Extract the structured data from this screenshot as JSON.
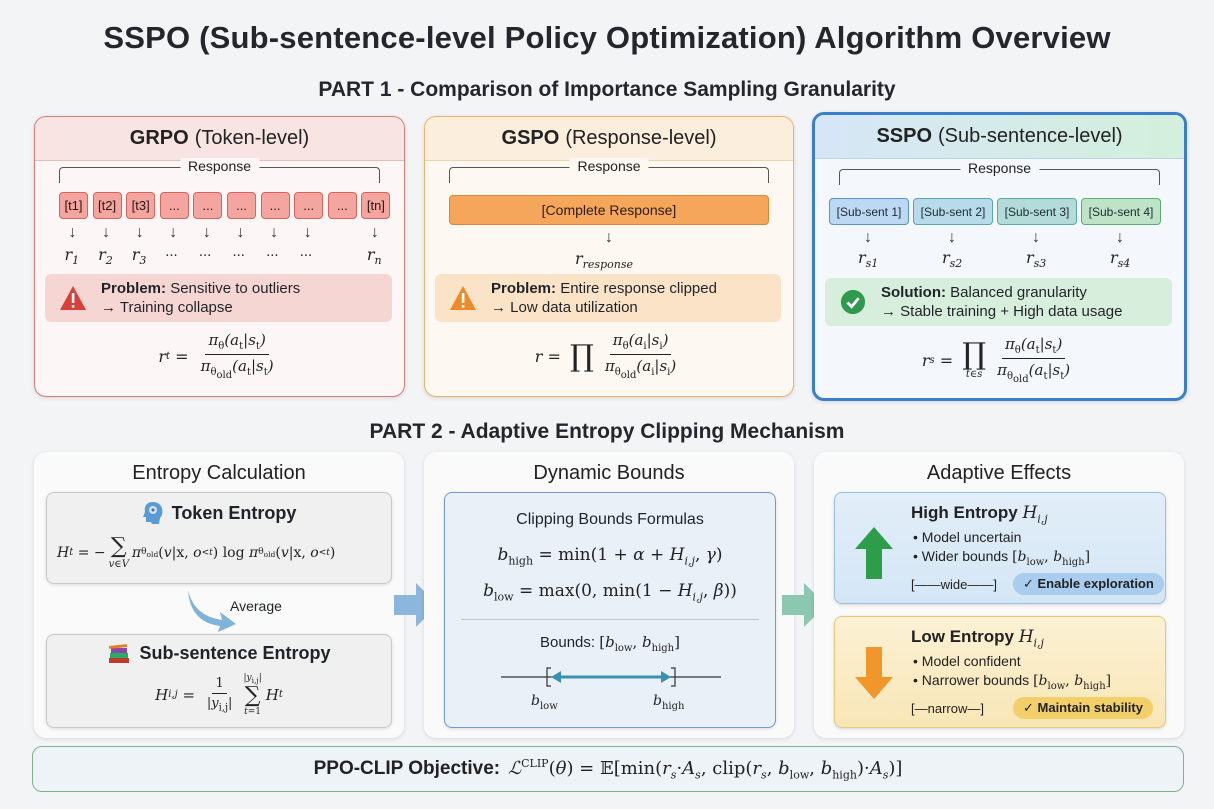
{
  "title": "SSPO (Sub-sentence-level Policy Optimization) Algorithm Overview",
  "part1": {
    "title": "PART 1 - Comparison of Importance Sampling Granularity",
    "grpo": {
      "name": "GRPO",
      "level": "(Token-level)",
      "response_label": "Response",
      "tokens": [
        "[t1]",
        "[t2]",
        "[t3]",
        "...",
        "...",
        "...",
        "...",
        "...",
        "...",
        "[tn]"
      ],
      "rewards": [
        "r1",
        "r2",
        "r3",
        "...",
        "...",
        "...",
        "...",
        "...",
        "rn"
      ],
      "problem_label": "Problem:",
      "problem_text": "Sensitive to outliers",
      "problem_consequence": "→ Training collapse",
      "formula": "r_t = π_θ(a_t|s_t) / π_θ_old(a_t|s_t)"
    },
    "gspo": {
      "name": "GSPO",
      "level": "(Response-level)",
      "response_label": "Response",
      "block": "[Complete Response]",
      "reward": "r_response",
      "problem_label": "Problem:",
      "problem_text": "Entire response clipped",
      "problem_consequence": "→ Low data utilization",
      "formula": "r = ∏ π_θ(a_i|s_i) / π_θ_old(a_i|s_i)"
    },
    "sspo": {
      "name": "SSPO",
      "level": "(Sub-sentence-level)",
      "response_label": "Response",
      "blocks": [
        "[Sub-sent 1]",
        "[Sub-sent 2]",
        "[Sub-sent 3]",
        "[Sub-sent 4]"
      ],
      "rewards": [
        "rs1",
        "rs2",
        "rs3",
        "rs4"
      ],
      "solution_label": "Solution:",
      "solution_text": "Balanced granularity",
      "solution_consequence": "→ Stable training + High data usage",
      "formula": "r_s = ∏_{t∈s} π_θ(a_t|s_t) / π_θ_old(a_t|s_t)"
    }
  },
  "part2": {
    "title": "PART 2 - Adaptive Entropy Clipping Mechanism",
    "entropy": {
      "title": "Entropy Calculation",
      "token_title": "Token Entropy",
      "token_formula": "H_t = −Σ_{v∈V} π_θold(v|x, o<t) log π_θold(v|x, o<t)",
      "average_label": "Average",
      "sub_title": "Sub-sentence Entropy",
      "sub_formula": "H_i,j = 1/|y_i,j| Σ_{t=1}^{|y_i,j|} H_t"
    },
    "bounds": {
      "title": "Dynamic Bounds",
      "box_title": "Clipping Bounds Formulas",
      "high_formula": "b_high = min(1 + α + H_i,j, γ)",
      "low_formula": "b_low = max(0, min(1 − H_i,j, β))",
      "bounds_label": "Bounds:",
      "bounds_value": "[b_low, b_high]",
      "low_label": "b_low",
      "high_label": "b_high"
    },
    "effects": {
      "title": "Adaptive Effects",
      "high": {
        "title": "High Entropy",
        "symbol": "H_i,j",
        "bullet1": "• Model uncertain",
        "bullet2": "• Wider bounds [b_low, b_high]",
        "bracket": "[——wide——]",
        "pill": "✓ Enable exploration"
      },
      "low": {
        "title": "Low Entropy",
        "symbol": "H_i,j",
        "bullet1": "• Model confident",
        "bullet2": "• Narrower bounds [b_low, b_high]",
        "bracket": "[—narrow—]",
        "pill": "✓ Maintain stability"
      }
    }
  },
  "objective": {
    "label": "PPO-CLIP Objective:",
    "formula": "L^CLIP(θ) = E[min(r_s·A_s, clip(r_s, b_low, b_high)·A_s)]"
  },
  "colors": {
    "grpo_border": "#d9534f",
    "grpo_head": "#f9e4e2",
    "gspo_border": "#f0a04b",
    "gspo_head": "#fbeede",
    "sspo_border": "#2f73c2",
    "sspo_accent": "#3aa35b",
    "high_arrow": "#2e9d4a",
    "low_arrow": "#f0962a"
  }
}
